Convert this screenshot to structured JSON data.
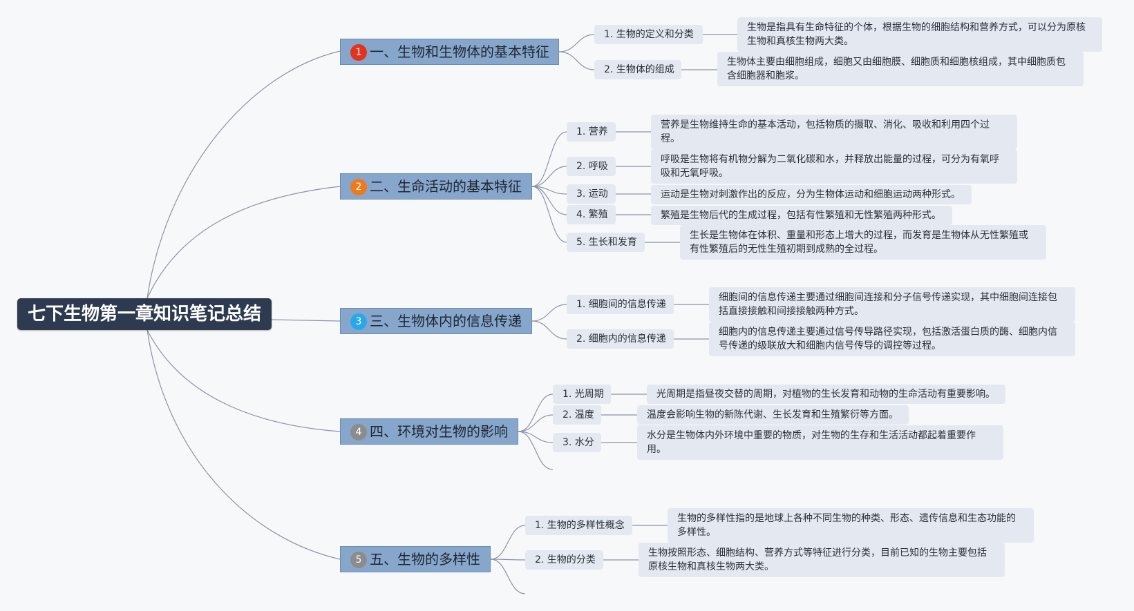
{
  "root": {
    "title": "七下生物第一章知识笔记总结"
  },
  "colors": {
    "line": "#8a93a3",
    "badge1": "#e3321e",
    "badge2": "#f07a1a",
    "badge3": "#2aa7e8",
    "badge4": "#8c8c8c",
    "badge5": "#8c8c8c"
  },
  "branches": [
    {
      "badge": "1",
      "title": "一、生物和生物体的基本特征",
      "topics": [
        {
          "label": "1. 生物的定义和分类",
          "text": "生物是指具有生命特征的个体，根据生物的细胞结构和营养方式，可以分为原核生物和真核生物两大类。"
        },
        {
          "label": "2. 生物体的组成",
          "text": "生物体主要由细胞组成，细胞又由细胞膜、细胞质和细胞核组成，其中细胞质包含细胞器和胞浆。"
        }
      ]
    },
    {
      "badge": "2",
      "title": "二、生命活动的基本特征",
      "topics": [
        {
          "label": "1. 营养",
          "text": "营养是生物维持生命的基本活动，包括物质的摄取、消化、吸收和利用四个过程。"
        },
        {
          "label": "2. 呼吸",
          "text": "呼吸是生物将有机物分解为二氧化碳和水，并释放出能量的过程，可分为有氧呼吸和无氧呼吸。"
        },
        {
          "label": "3. 运动",
          "text": "运动是生物对刺激作出的反应，分为生物体运动和细胞运动两种形式。"
        },
        {
          "label": "4. 繁殖",
          "text": "繁殖是生物后代的生成过程，包括有性繁殖和无性繁殖两种形式。"
        },
        {
          "label": "5. 生长和发育",
          "text": "生长是生物体在体积、重量和形态上增大的过程，而发育是生物体从无性繁殖或有性繁殖后的无性生殖初期到成熟的全过程。"
        }
      ]
    },
    {
      "badge": "3",
      "title": "三、生物体内的信息传递",
      "topics": [
        {
          "label": "1. 细胞间的信息传递",
          "text": "细胞间的信息传递主要通过细胞间连接和分子信号传递实现，其中细胞间连接包括直接接触和间接接触两种方式。"
        },
        {
          "label": "2. 细胞内的信息传递",
          "text": "细胞内的信息传递主要通过信号传导路径实现，包括激活蛋白质的酶、细胞内信号传递的级联放大和细胞内信号传导的调控等过程。"
        }
      ]
    },
    {
      "badge": "4",
      "title": "四、环境对生物的影响",
      "topics": [
        {
          "label": "1. 光周期",
          "text": "光周期是指昼夜交替的周期，对植物的生长发育和动物的生命活动有重要影响。"
        },
        {
          "label": "2. 温度",
          "text": "温度会影响生物的新陈代谢、生长发育和生殖繁衍等方面。"
        },
        {
          "label": "3. 水分",
          "text": "水分是生物体内外环境中重要的物质，对生物的生存和生活活动都起着重要作用。"
        }
      ]
    },
    {
      "badge": "5",
      "title": "五、生物的多样性",
      "topics": [
        {
          "label": "1. 生物的多样性概念",
          "text": "生物的多样性指的是地球上各种不同生物的种类、形态、遗传信息和生态功能的多样性。"
        },
        {
          "label": "2. 生物的分类",
          "text": "生物按照形态、细胞结构、营养方式等特征进行分类，目前已知的生物主要包括原核生物和真核生物两大类。"
        }
      ]
    }
  ]
}
